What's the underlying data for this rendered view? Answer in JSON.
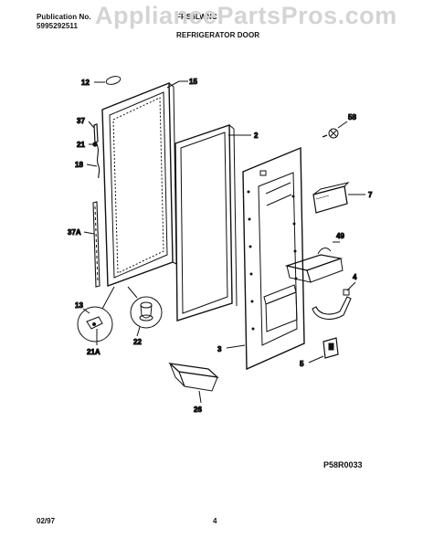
{
  "header": {
    "publication_label": "Publication No.",
    "publication_number": "5995292511",
    "model": "FRS6LWNC",
    "section_title": "REFRIGERATOR DOOR"
  },
  "watermark": "AppliancePartsPros.com",
  "callouts": {
    "c12": "12",
    "c15": "15",
    "c37": "37",
    "c21": "21",
    "c18": "18",
    "c37A": "37A",
    "c13": "13",
    "c21A": "21A",
    "c22": "22",
    "c2": "2",
    "c58": "58",
    "c7": "7",
    "c49": "49",
    "c4": "4",
    "c3": "3",
    "c5": "5",
    "c26": "26"
  },
  "diagram_code": "P58R0033",
  "footer": {
    "date": "02/97",
    "page": "4"
  }
}
